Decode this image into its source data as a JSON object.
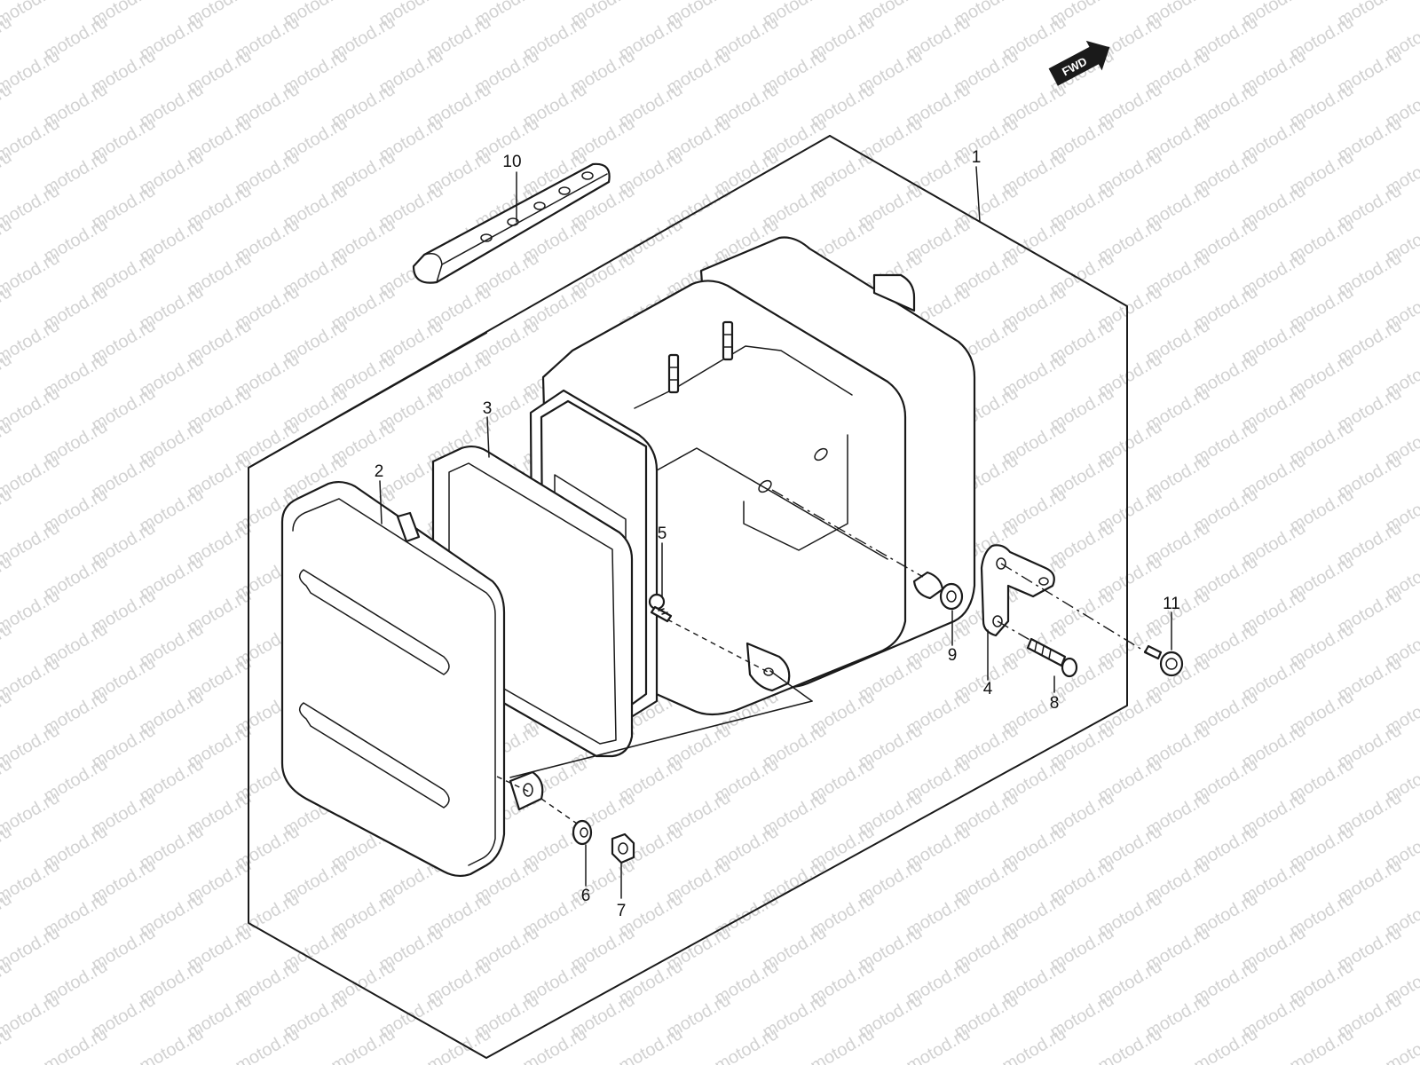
{
  "watermark": {
    "text": "motod.ru"
  },
  "fwd_badge": {
    "label": "FWD"
  },
  "callouts": [
    {
      "id": "1",
      "label": "1",
      "part": "assembly"
    },
    {
      "id": "2",
      "label": "2",
      "part": "lens"
    },
    {
      "id": "3",
      "label": "3",
      "part": "gasket"
    },
    {
      "id": "4",
      "label": "4",
      "part": "bracket"
    },
    {
      "id": "5",
      "label": "5",
      "part": "screw"
    },
    {
      "id": "6",
      "label": "6",
      "part": "washer"
    },
    {
      "id": "7",
      "label": "7",
      "part": "nut"
    },
    {
      "id": "8",
      "label": "8",
      "part": "bolt"
    },
    {
      "id": "9",
      "label": "9",
      "part": "grommet"
    },
    {
      "id": "10",
      "label": "10",
      "part": "reflector-strip"
    },
    {
      "id": "11",
      "label": "11",
      "part": "bolt"
    }
  ],
  "colors": {
    "line": "#1a1a1a",
    "watermark": "#d2d2d2",
    "background": "#ffffff"
  }
}
